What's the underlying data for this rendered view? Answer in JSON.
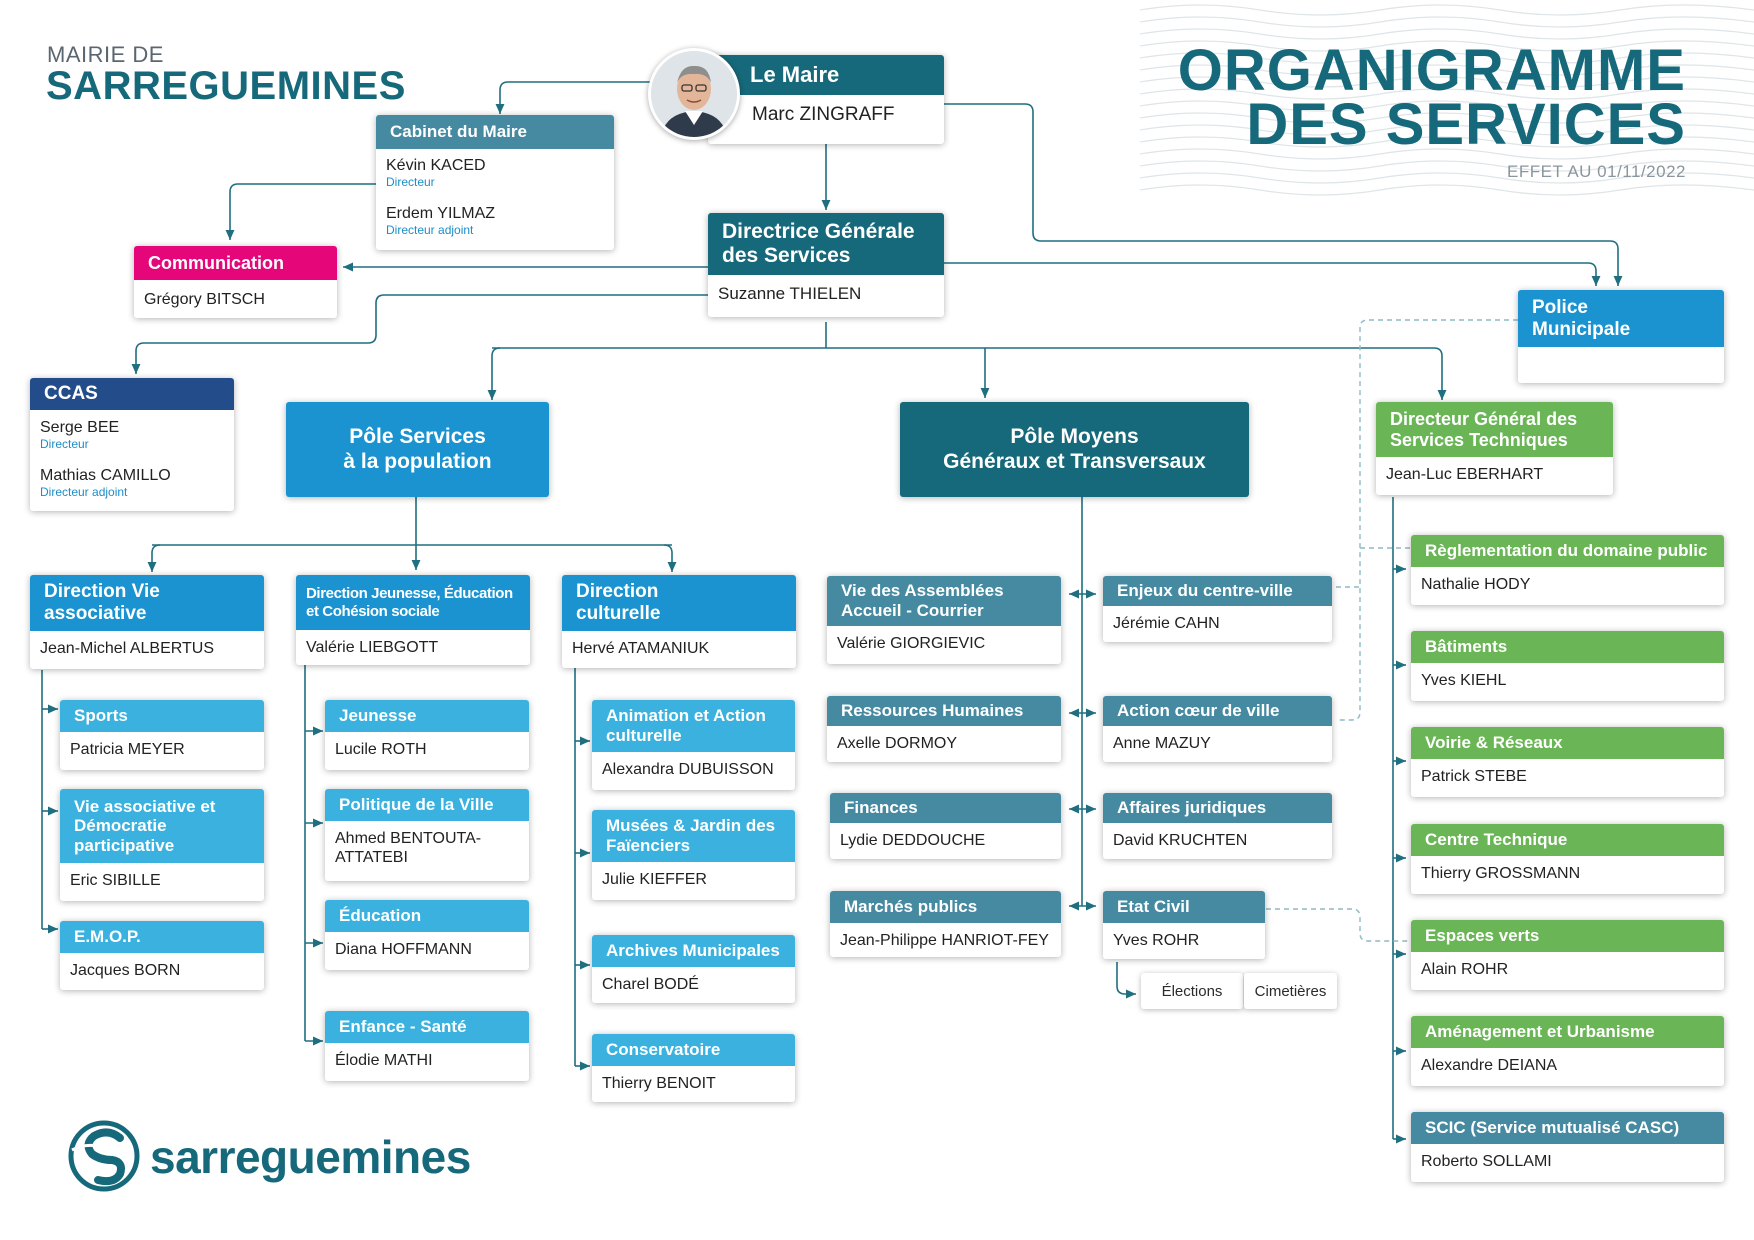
{
  "header": {
    "mairie_de": "MAIRIE DE",
    "city": "SARREGUEMINES",
    "title_line1": "ORGANIGRAMME",
    "title_line2": "DES SERVICES",
    "effet": "EFFET AU 01/11/2022"
  },
  "maire": {
    "title": "Le Maire",
    "name": "Marc ZINGRAFF"
  },
  "cabinet": {
    "title": "Cabinet du Maire",
    "name1": "Kévin KACED",
    "role1": "Directeur",
    "name2": "Erdem YILMAZ",
    "role2": "Directeur adjoint"
  },
  "dgs": {
    "title_line1": "Directrice Générale",
    "title_line2": "des Services",
    "name": "Suzanne THIELEN"
  },
  "communication": {
    "title": "Communication",
    "name": "Grégory BITSCH"
  },
  "ccas": {
    "title": "CCAS",
    "name1": "Serge BEE",
    "role1": "Directeur",
    "name2": "Mathias CAMILLO",
    "role2": "Directeur adjoint"
  },
  "police": {
    "title_line1": "Police",
    "title_line2": "Municipale"
  },
  "pole_population": {
    "line1": "Pôle Services",
    "line2": "à la population"
  },
  "pole_moyens": {
    "line1": "Pôle Moyens",
    "line2": "Généraux et Transversaux"
  },
  "dgst": {
    "title_line1": "Directeur Général des",
    "title_line2": "Services Techniques",
    "name": "Jean-Luc EBERHART"
  },
  "dir_vie": {
    "title_line1": "Direction Vie",
    "title_line2": "associative",
    "name": "Jean-Michel ALBERTUS",
    "services": [
      {
        "title": "Sports",
        "name": "Patricia MEYER"
      },
      {
        "title": "Vie associative et Démocratie participative",
        "name": "Eric SIBILLE"
      },
      {
        "title": "E.M.O.P.",
        "name": "Jacques BORN"
      }
    ]
  },
  "dir_jeunesse": {
    "title_line1": "Direction Jeunesse, Éducation",
    "title_line2": "et Cohésion sociale",
    "name": "Valérie LIEBGOTT",
    "services": [
      {
        "title": "Jeunesse",
        "name": "Lucile ROTH"
      },
      {
        "title": "Politique de la Ville",
        "name": "Ahmed BENTOUTA-ATTATEBI"
      },
      {
        "title": "Éducation",
        "name": "Diana HOFFMANN"
      },
      {
        "title": "Enfance - Santé",
        "name": "Élodie MATHI"
      }
    ]
  },
  "dir_culture": {
    "title_line1": "Direction",
    "title_line2": "culturelle",
    "name": "Hervé ATAMANIUK",
    "services": [
      {
        "title": "Animation et Action culturelle",
        "name": "Alexandra DUBUISSON"
      },
      {
        "title": "Musées & Jardin des Faïenciers",
        "name": "Julie KIEFFER"
      },
      {
        "title": "Archives Municipales",
        "name": "Charel BODÉ"
      },
      {
        "title": "Conservatoire",
        "name": "Thierry BENOIT"
      }
    ]
  },
  "moyens_left": [
    {
      "title": "Vie des Assemblées Accueil - Courrier",
      "name": "Valérie GIORGIEVIC"
    },
    {
      "title": "Ressources Humaines",
      "name": "Axelle DORMOY"
    },
    {
      "title": "Finances",
      "name": "Lydie DEDDOUCHE"
    },
    {
      "title": "Marchés publics",
      "name": "Jean-Philippe HANRIOT-FEY"
    }
  ],
  "moyens_right": [
    {
      "title": "Enjeux du centre-ville",
      "name": "Jérémie CAHN"
    },
    {
      "title": "Action cœur de ville",
      "name": "Anne MAZUY"
    },
    {
      "title": "Affaires juridiques",
      "name": "David KRUCHTEN"
    },
    {
      "title": "Etat Civil",
      "name": "Yves ROHR"
    }
  ],
  "etat_civil_sub": {
    "elections": "Élections",
    "cimetieres": "Cimetières"
  },
  "technique": [
    {
      "title": "Règlementation du domaine public",
      "name": "Nathalie HODY"
    },
    {
      "title": "Bâtiments",
      "name": "Yves KIEHL"
    },
    {
      "title": "Voirie & Réseaux",
      "name": "Patrick STEBE"
    },
    {
      "title": "Centre Technique",
      "name": "Thierry GROSSMANN"
    },
    {
      "title": "Espaces verts",
      "name": "Alain ROHR"
    },
    {
      "title": "Aménagement et Urbanisme",
      "name": "Alexandre DEIANA"
    },
    {
      "title": "SCIC (Service mutualisé CASC)",
      "name": "Roberto SOLLAMI"
    }
  ],
  "logo": {
    "text": "sarreguemines"
  },
  "colors": {
    "teal": "#16697a",
    "gray_blue": "#458aa1",
    "blue": "#1a93d0",
    "light_blue": "#3ab1de",
    "green": "#6ab556",
    "navy": "#234d8a",
    "magenta": "#e5067a"
  }
}
